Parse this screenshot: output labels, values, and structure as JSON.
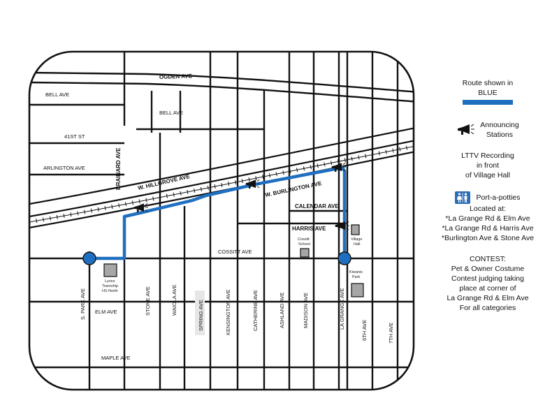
{
  "streets": {
    "ogden": "OGDEN AVE",
    "bell_west": "BELL AVE",
    "bell_east": "BELL AVE",
    "st41": "41ST ST",
    "arlington": "ARLINGTON AVE",
    "brainard": "BRAINARD AVE",
    "hillgrove": "W. HILLGROVE AVE",
    "burlington": "W. BURLINGTON AVE",
    "calendar": "CALENDAR AVE",
    "harris": "HARRIS AVE",
    "cossitt": "COSSITT AVE",
    "elm": "ELM AVE",
    "maple": "MAPLE AVE",
    "s_park": "S. PARK AVE",
    "stone": "STONE AVE",
    "waiola": "WAIOLA AVE",
    "spring": "SPRING AVE",
    "kensington": "KENSINGTON AVE",
    "catherine": "CATHERINE AVE",
    "ashland": "ASHLAND AVE",
    "madison": "MADISON AVE",
    "la_grange": "LA GRANGE AVE",
    "sixth": "6TH AVE",
    "seventh": "7TH AVE"
  },
  "places": {
    "lyons_1": "Lyons",
    "lyons_2": "Township",
    "lyons_3": "HS North",
    "cossitt_1": "Cossitt",
    "cossitt_2": "School",
    "village_1": "Village",
    "village_2": "Hall",
    "kiwanis_1": "Kiwanis",
    "kiwanis_2": "Park"
  },
  "legend": {
    "route_line1": "Route shown in",
    "route_line2": "BLUE",
    "announce_line1": "Announcing",
    "announce_line2": "Stations",
    "lttv_line1": "LTTV Recording",
    "lttv_line2": "in front",
    "lttv_line3": "of Village Hall",
    "potty_line1": "Port-a-potties",
    "potty_line2": "Located at:",
    "potty_loc1": "*La Grange Rd & Elm Ave",
    "potty_loc2": "*La Grange Rd & Harris Ave",
    "potty_loc3": "*Burlington Ave & Stone Ave",
    "contest_line1": "CONTEST:",
    "contest_line2": "Pet & Owner Costume",
    "contest_line3": "Contest judging taking",
    "contest_line4": "place at corner of",
    "contest_line5": "La Grange Rd & Elm Ave",
    "contest_line6": "For all categories"
  },
  "colors": {
    "route": "#1f6fc0",
    "street": "#111111",
    "building": "#a6a6a6",
    "potty_icon_bg": "#2c6db5"
  },
  "icons": {
    "announcing": "megaphone-icon",
    "port_a_potty": "restroom-icon"
  }
}
